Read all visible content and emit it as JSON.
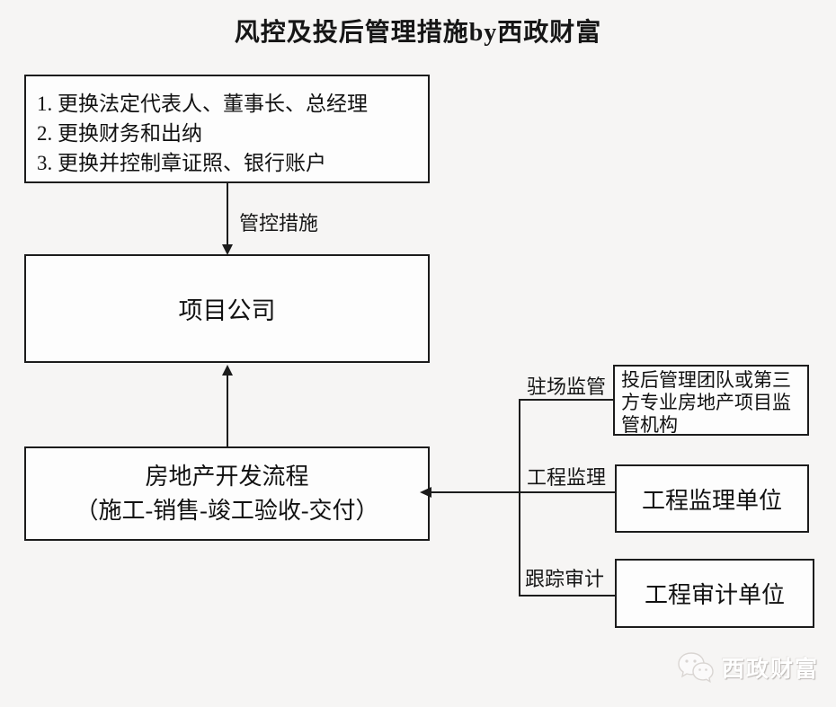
{
  "title": "风控及投后管理措施by西政财富",
  "boxes": {
    "control_measures": {
      "lines": [
        "1. 更换法定代表人、董事长、总经理",
        "2. 更换财务和出纳",
        "3. 更换并控制章证照、银行账户"
      ]
    },
    "project_company": {
      "label": "项目公司"
    },
    "dev_process": {
      "line1": "房地产开发流程",
      "line2": "（施工-销售-竣工验收-交付）"
    },
    "supervision_team": {
      "label": "投后管理团队或第三方专业房地产项目监管机构"
    },
    "supervision_unit": {
      "label": "工程监理单位"
    },
    "audit_unit": {
      "label": "工程审计单位"
    }
  },
  "edge_labels": {
    "control": "管控措施",
    "onsite": "驻场监管",
    "engineering": "工程监理",
    "tracking": "跟踪审计"
  },
  "watermark": {
    "brand": "西政财富",
    "icon": "wechat-bubbles-icon"
  },
  "colors": {
    "background": "#f6f5f4",
    "box_fill": "#fdfdfd",
    "line": "#1c1c1c",
    "watermark_text": "#ffffff",
    "watermark_shadow": "#b9b5b2"
  }
}
